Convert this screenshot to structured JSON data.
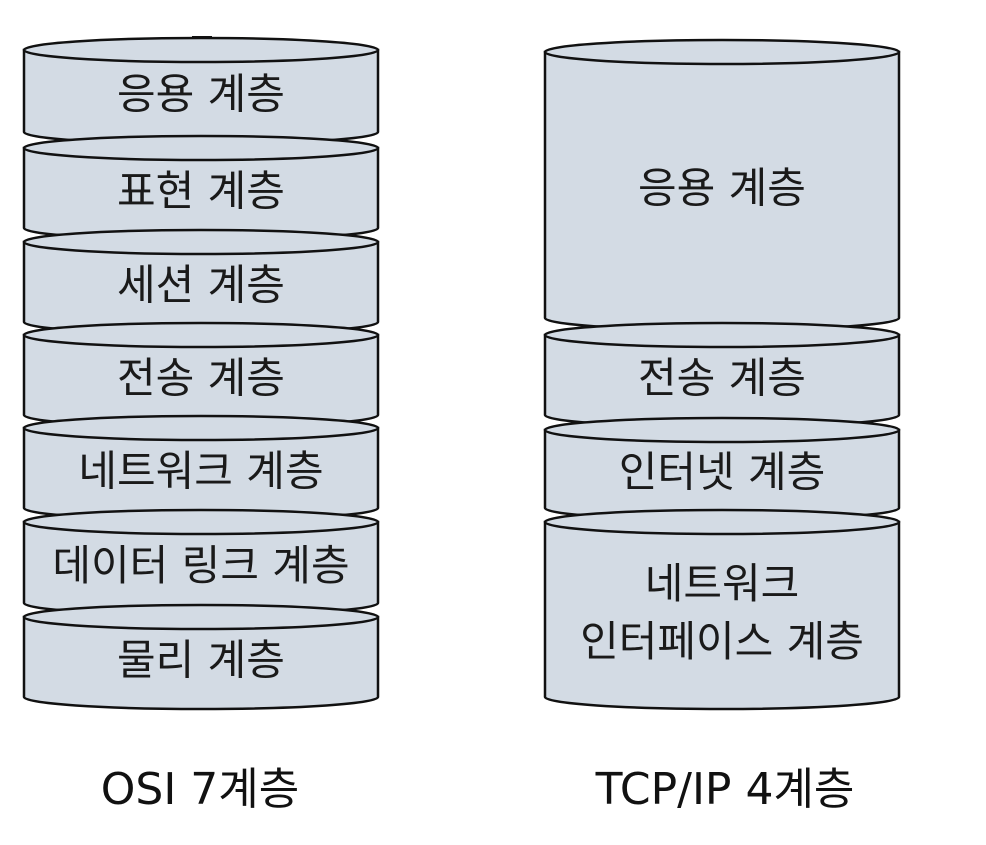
{
  "colors": {
    "layer_fill": "#d3dbe4",
    "stroke": "#111111",
    "text": "#1a1a1a"
  },
  "osi": {
    "title": "OSI 7계층",
    "layers": [
      {
        "label": [
          "응용 계층"
        ]
      },
      {
        "label": [
          "표현 계층"
        ]
      },
      {
        "label": [
          "세션 계층"
        ]
      },
      {
        "label": [
          "전송 계층"
        ]
      },
      {
        "label": [
          "네트워크 계층"
        ]
      },
      {
        "label": [
          "데이터 링크 계층"
        ]
      },
      {
        "label": [
          "물리 계층"
        ]
      }
    ]
  },
  "tcpip": {
    "title": "TCP/IP 4계층",
    "layers": [
      {
        "label": [
          "응용 계층"
        ]
      },
      {
        "label": [
          "전송 계층"
        ]
      },
      {
        "label": [
          "인터넷 계층"
        ]
      },
      {
        "label": [
          "네트워크",
          "인터페이스 계층"
        ]
      }
    ]
  }
}
